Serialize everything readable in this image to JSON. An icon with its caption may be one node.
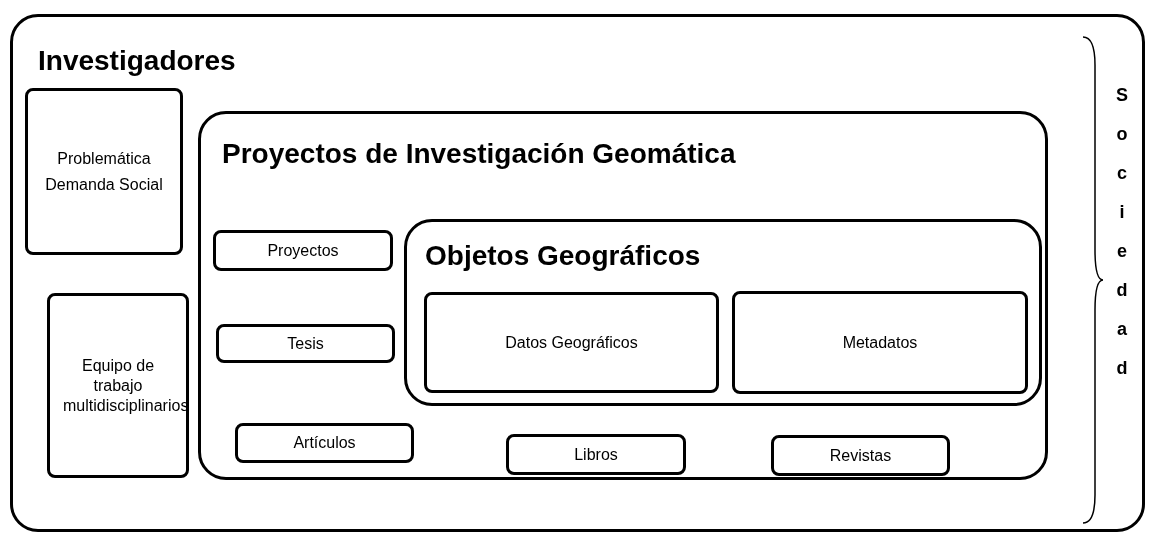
{
  "diagram": {
    "nodes": [
      {
        "text": [
          "Investigadores"
        ]
      },
      {
        "text": [
          "Problemática",
          "Demanda Social"
        ],
        "in": 0
      },
      {
        "text": [
          "Equipo de trabajo multidisciplinarios"
        ],
        "in": 0
      },
      {
        "text": [
          "Proyectos de Investigación Geomática"
        ],
        "in": 0
      },
      {
        "text": [
          "Proyectos"
        ],
        "in": 3
      },
      {
        "text": [
          "Tesis"
        ],
        "in": 3
      },
      {
        "text": [
          "Objetos Geográficos"
        ],
        "in": 3
      },
      {
        "text": [
          "Datos Geográficos"
        ],
        "in": 6
      },
      {
        "text": [
          "Metadatos"
        ],
        "in": 6
      },
      {
        "text": [
          "Artículos"
        ],
        "in": 3
      },
      {
        "text": [
          "Libros"
        ],
        "in": 3
      },
      {
        "text": [
          "Revistas"
        ],
        "in": 3
      }
    ],
    "edges": [],
    "labels": [
      "Sociedad"
    ]
  }
}
